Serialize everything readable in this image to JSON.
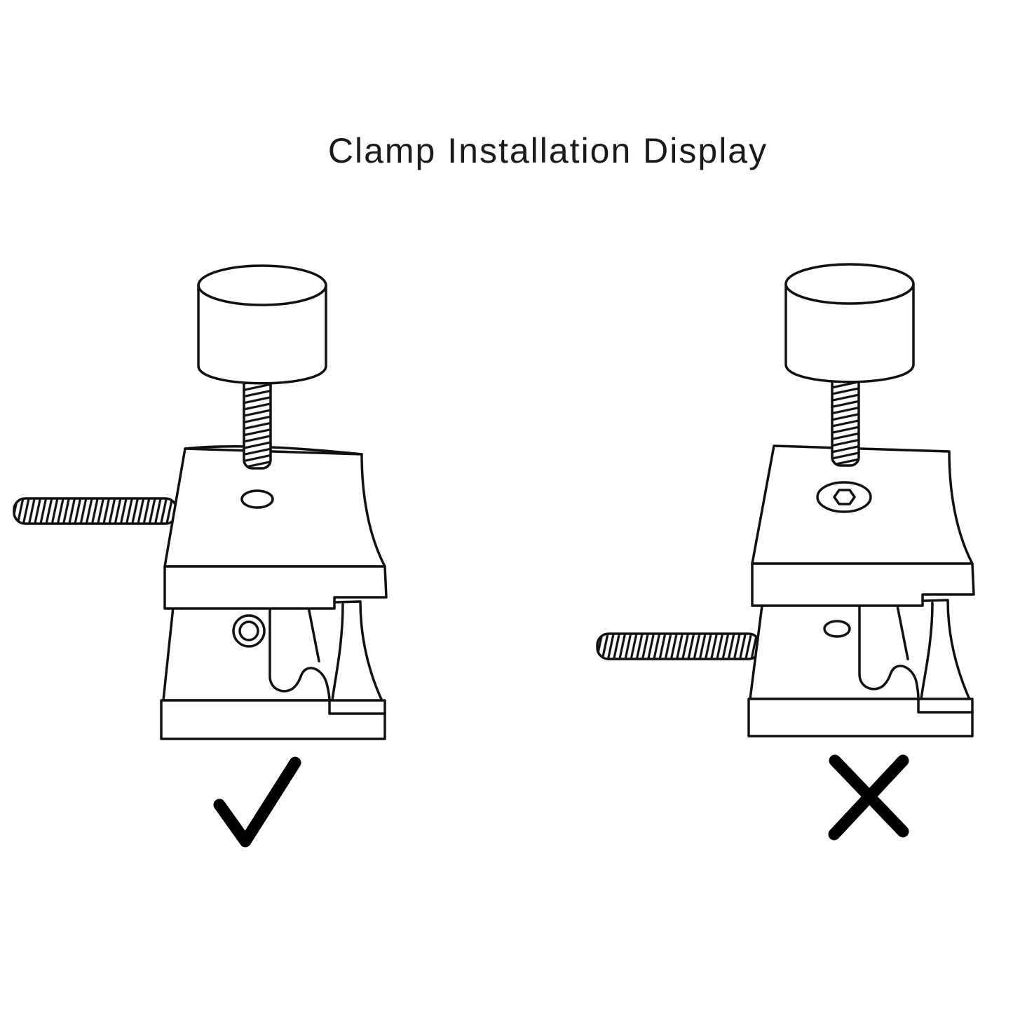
{
  "title": "Clamp Installation Display",
  "panels": [
    {
      "id": "correct",
      "verdict": "check-mark-icon"
    },
    {
      "id": "incorrect",
      "verdict": "cross-mark-icon"
    }
  ],
  "colors": {
    "stroke": "#111111",
    "background": "#ffffff"
  }
}
